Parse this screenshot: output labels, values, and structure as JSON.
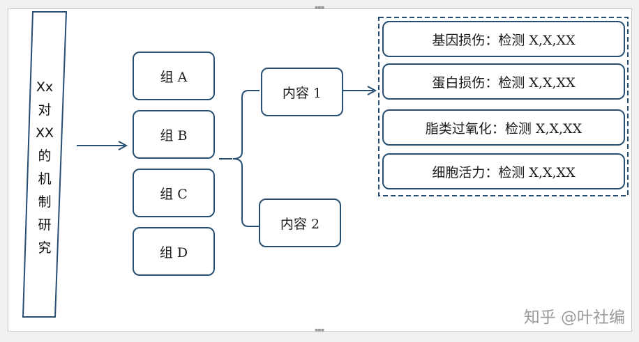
{
  "diagram": {
    "title_chars": [
      "Xx",
      "对",
      "XX",
      "的",
      "机",
      "制",
      "研",
      "究"
    ],
    "groups": [
      "组 A",
      "组 B",
      "组 C",
      "组 D"
    ],
    "contents": [
      "内容 1",
      "内容 2"
    ],
    "tests": [
      "基因损伤：检测 X,X,XX",
      "蛋白损伤：检测 X,X,XX",
      "脂类过氧化：检测 X,X,XX",
      "细胞活力：检测 X,X,XX"
    ]
  },
  "watermark": "知乎 @叶社编",
  "colors": {
    "line": "#264e72",
    "text": "#1a1a1a",
    "watermark": "#9a9a9a"
  }
}
